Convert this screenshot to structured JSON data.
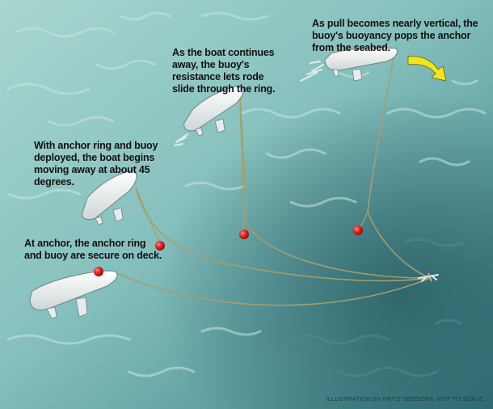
{
  "captions": {
    "stage1": "At anchor, the anchor ring and buoy are secure on deck.",
    "stage2": "With anchor ring and buoy deployed, the boat begins moving away at about 45 degrees.",
    "stage3": "As the boat continues away, the buoy's resistance lets rode slide through the ring.",
    "stage4": "As pull becomes nearly vertical, the buoy's buoyancy pops the anchor from the seabed."
  },
  "credit": "ILLUSTRATION BY FRITZ SEEGERS. NOT TO SCALE.",
  "colors": {
    "water_light": "#9ccdc8",
    "water_mid": "#6aa9aa",
    "water_deep": "#2f6e74",
    "hull": "#f2f4f4",
    "buoy": "#e02020",
    "rode": "#a89d6a",
    "arrow": "#f4e41c"
  },
  "icons": [
    "boat-icon",
    "buoy-icon",
    "anchor-icon",
    "curved-arrow-icon"
  ]
}
